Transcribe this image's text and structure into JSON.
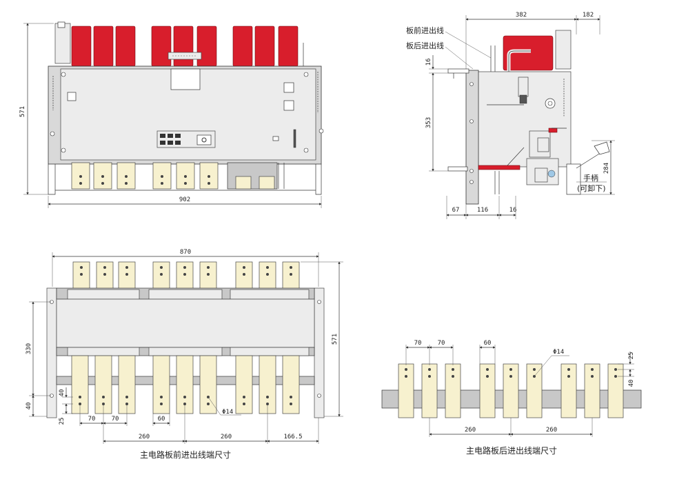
{
  "front_view": {
    "dim_width": "902",
    "dim_height": "571"
  },
  "side_view": {
    "dim_top_main": "382",
    "dim_top_right": "182",
    "label_front_wiring": "板前进出线",
    "label_rear_wiring": "板后进出线",
    "dim_16_top": "16",
    "dim_353": "353",
    "dim_284": "284",
    "dim_67": "67",
    "dim_116": "116",
    "dim_16_bottom": "16",
    "handle_label": "手柄",
    "handle_sub_label": "(可卸下)"
  },
  "front_terminal_view": {
    "dim_width": "870",
    "dim_height": "571",
    "dim_330": "330",
    "dim_40_left": "40",
    "dim_40_term": "40",
    "dim_25": "25",
    "dim_70_a": "70",
    "dim_70_b": "70",
    "dim_60": "60",
    "hole_label": "Φ14",
    "dim_260_a": "260",
    "dim_260_b": "260",
    "dim_166": "166.5",
    "caption": "主电路板前进出线端尺寸"
  },
  "rear_terminal_view": {
    "dim_70_a": "70",
    "dim_70_b": "70",
    "dim_60": "60",
    "hole_label": "Φ14",
    "dim_25": "25",
    "dim_40": "40",
    "dim_260_a": "260",
    "dim_260_b": "260",
    "caption": "主电路板后进出线端尺寸"
  },
  "colors": {
    "accent_red": "#d81e2c",
    "terminal_yellow": "#f7f1cf"
  }
}
